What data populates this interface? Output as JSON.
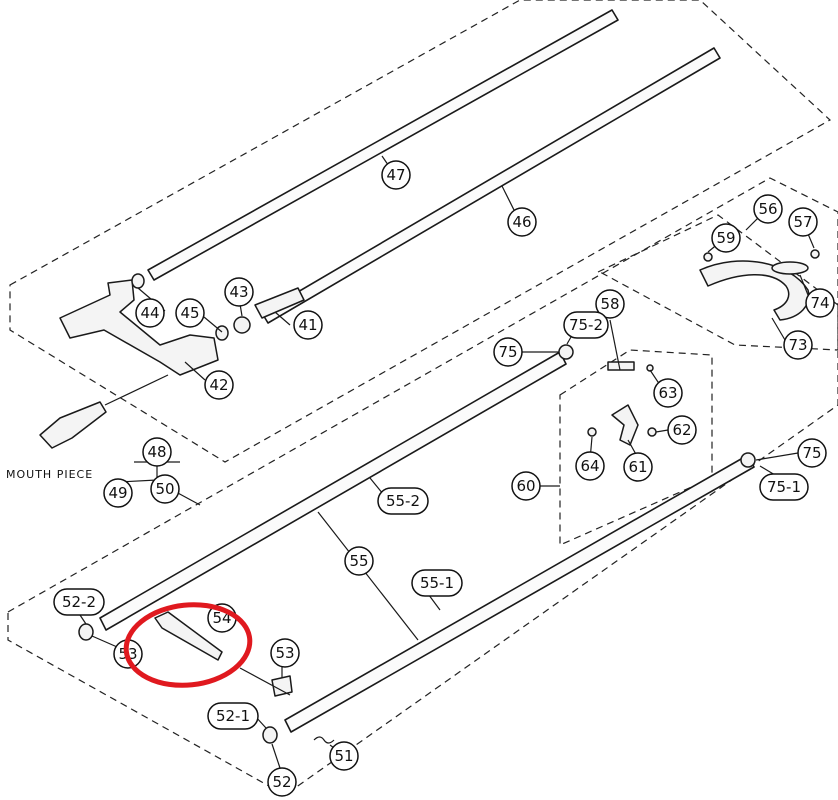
{
  "labels": {
    "n47": "47",
    "n46": "46",
    "n56": "56",
    "n57": "57",
    "n59": "59",
    "n74": "74",
    "n73": "73",
    "n43": "43",
    "n44": "44",
    "n45": "45",
    "n41": "41",
    "n42": "42",
    "n58": "58",
    "n75_2": "75-2",
    "n75_top": "75",
    "n63": "63",
    "n62": "62",
    "n64": "64",
    "n61": "61",
    "n60": "60",
    "n75_right": "75",
    "n75_1": "75-1",
    "n48": "48",
    "n49": "49",
    "n50": "50",
    "n55_2": "55-2",
    "n55": "55",
    "n55_1": "55-1",
    "n52_2": "52-2",
    "n53_left": "53",
    "n54": "54",
    "n53": "53",
    "n52_1": "52-1",
    "n51": "51",
    "n52": "52",
    "mouthpiece": "MOUTH PIECE"
  },
  "colors": {
    "highlight": "#e0191f",
    "ink": "#1a1a1a"
  }
}
